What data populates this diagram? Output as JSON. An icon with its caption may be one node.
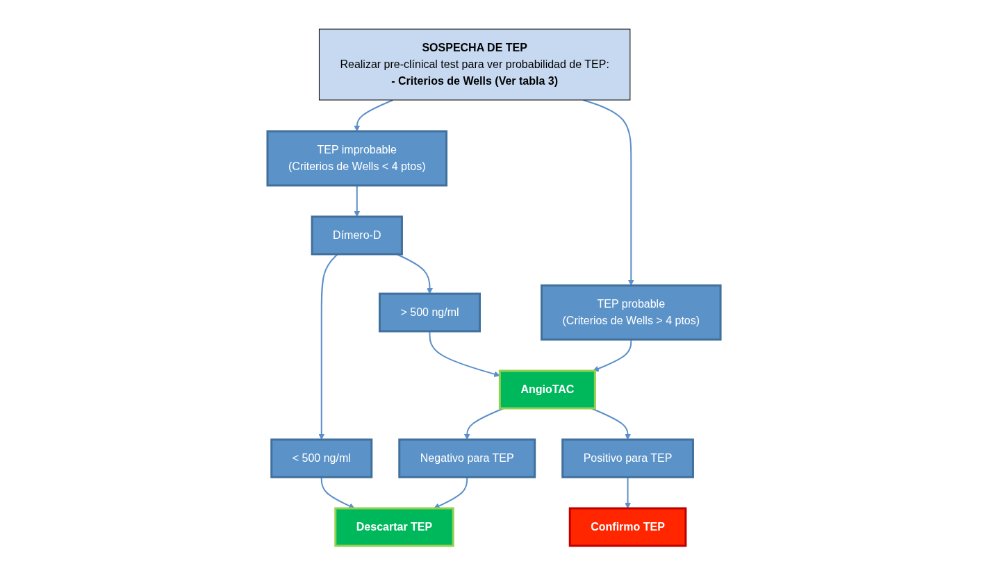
{
  "diagram": {
    "nodes": [
      {
        "text": [
          "SOSPECHA DE TEP",
          "Realizar pre-clínical test para ver probabilidad de TEP:",
          "- Criterios de Wells (Ver tabla 3)"
        ]
      },
      {
        "text": [
          "TEP improbable",
          "(Criterios de Wells < 4 ptos)"
        ]
      },
      {
        "text": [
          "TEP probable",
          "(Criterios de Wells > 4 ptos)"
        ]
      },
      {
        "text": [
          "Dímero-D"
        ]
      },
      {
        "text": [
          "AngioTAC"
        ]
      },
      {
        "text": [
          "< 500 ng/ml"
        ]
      },
      {
        "text": [
          "> 500 ng/ml"
        ]
      },
      {
        "text": [
          "Negativo para TEP"
        ]
      },
      {
        "text": [
          "Positivo para TEP"
        ]
      },
      {
        "text": [
          "Descartar TEP"
        ]
      },
      {
        "text": [
          "Confirmo TEP"
        ]
      }
    ],
    "edges": [
      {
        "from": 0,
        "to": 1,
        "arrow": "to"
      },
      {
        "from": 0,
        "to": 2,
        "arrow": "to"
      },
      {
        "from": 1,
        "to": 3,
        "arrow": "to"
      },
      {
        "from": 2,
        "to": 4,
        "arrow": "to"
      },
      {
        "from": 3,
        "to": 5,
        "arrow": "to"
      },
      {
        "from": 3,
        "to": 6,
        "arrow": "to"
      },
      {
        "from": 6,
        "to": 4,
        "arrow": "to"
      },
      {
        "from": 4,
        "to": 7,
        "arrow": "to"
      },
      {
        "from": 4,
        "to": 8,
        "arrow": "to"
      },
      {
        "from": 5,
        "to": 9,
        "arrow": "to"
      },
      {
        "from": 7,
        "to": 9,
        "arrow": "to"
      },
      {
        "from": 8,
        "to": 10,
        "arrow": "to"
      }
    ]
  }
}
